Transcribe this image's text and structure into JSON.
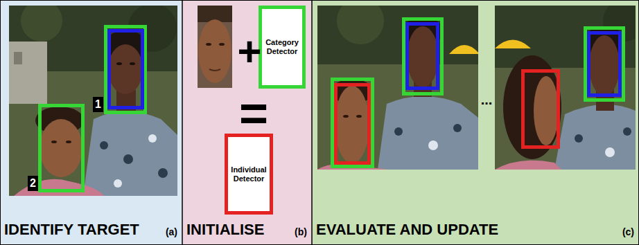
{
  "diagram": {
    "nodes": [
      {
        "text": [
          "IDENTIFY TARGET",
          "(a)"
        ]
      },
      {
        "text": [
          "INITIALISE",
          "(b)"
        ]
      },
      {
        "text": [
          "Category Detector"
        ],
        "in": 1
      },
      {
        "text": [
          "Individual Detector"
        ],
        "in": 1
      },
      {
        "text": [
          "EVALUATE AND UPDATE",
          "(c)"
        ]
      }
    ],
    "labels": [
      "1",
      "2",
      "+",
      "=",
      "..."
    ]
  }
}
